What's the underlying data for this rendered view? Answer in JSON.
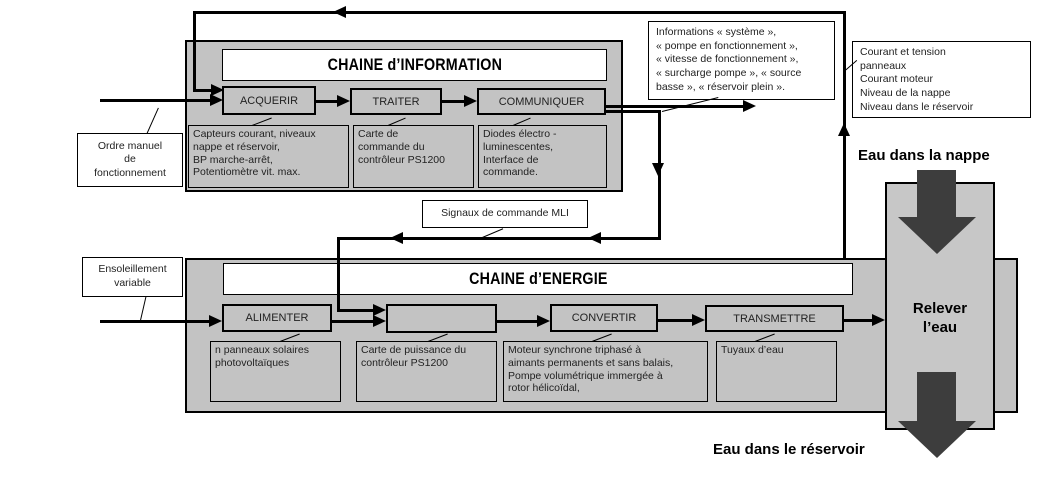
{
  "diagram": {
    "info_chain": {
      "title": "CHAINE d’INFORMATION",
      "functions": [
        {
          "label": "ACQUERIR",
          "desc": "Capteurs courant, niveaux\nnappe et réservoir,\nBP marche-arrêt,\nPotentiomètre vit. max."
        },
        {
          "label": "TRAITER",
          "desc": "Carte de\ncommande du\ncontrôleur PS1200"
        },
        {
          "label": "COMMUNIQUER",
          "desc": "Diodes électro -\nluminescentes,\nInterface de\ncommande."
        }
      ]
    },
    "energy_chain": {
      "title": "CHAINE d’ENERGIE",
      "functions": [
        {
          "label": "ALIMENTER",
          "desc": "n panneaux solaires\nphotovoltaïques"
        },
        {
          "label": "",
          "desc": "Carte de puissance du\ncontrôleur PS1200"
        },
        {
          "label": "CONVERTIR",
          "desc": "Moteur synchrone triphasé à\naimants permanents et sans balais,\nPompe volumétrique immergée à\nrotor hélicoïdal,"
        },
        {
          "label": "TRANSMETTRE",
          "desc": "Tuyaux d’eau"
        }
      ]
    },
    "inputs": {
      "ordre_manuel": "Ordre manuel\nde\nfonctionnement",
      "ensoleillement": "Ensoleillement\nvariable"
    },
    "signals": {
      "mli": "Signaux de commande MLI",
      "informations": "Informations « système »,\n« pompe en fonctionnement »,\n« vitesse de fonctionnement »,\n« surcharge pompe », « source\nbasse », « réservoir plein ».",
      "retours": "Courant et tension\npanneaux\nCourant moteur\nNiveau de la nappe\nNiveau dans le réservoir"
    },
    "water": {
      "nappe": "Eau dans la nappe",
      "relever": "Relever\nl’eau",
      "reservoir": "Eau dans le réservoir"
    },
    "colors": {
      "chain_bg": "#c3c3c3",
      "water_arrow": "#3d3d3d",
      "line": "#000000"
    }
  }
}
